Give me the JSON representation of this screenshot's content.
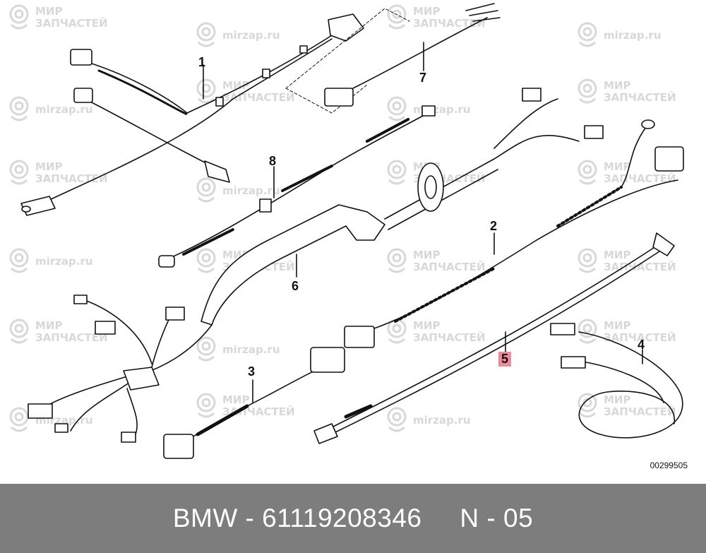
{
  "watermark": {
    "brand_top": "МИР",
    "brand_bottom": "ЗАПЧАСТЕЙ",
    "site": "mirzap.ru"
  },
  "callouts": [
    "1",
    "2",
    "3",
    "4",
    "5",
    "6",
    "7",
    "8"
  ],
  "highlighted_callout": "5",
  "diagram_code": "00299505",
  "footer": {
    "brand": "BMW",
    "part_number": "61119208346",
    "position": "N - 05",
    "text": "BMW - 61119208346     N - 05"
  },
  "colors": {
    "footer_bg": "#7d7d7d",
    "highlight": "#ef8a9a",
    "watermark": "#d8d8d8"
  }
}
